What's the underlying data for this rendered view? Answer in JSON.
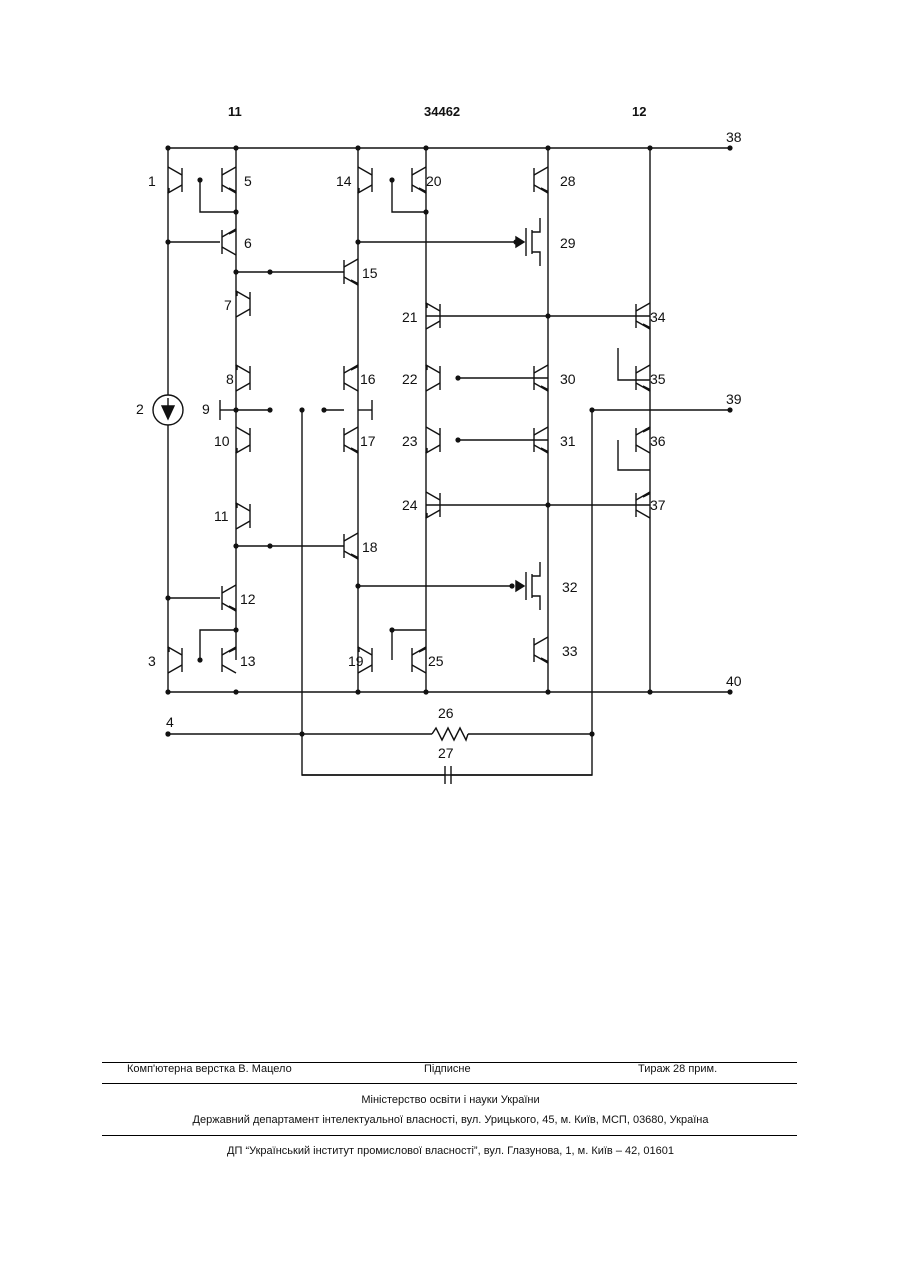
{
  "header": {
    "left_page": "11",
    "patent_number": "34462",
    "right_page": "12"
  },
  "schematic": {
    "labels": [
      "1",
      "2",
      "3",
      "4",
      "5",
      "6",
      "7",
      "8",
      "9",
      "10",
      "11",
      "12",
      "13",
      "14",
      "15",
      "16",
      "17",
      "18",
      "19",
      "20",
      "21",
      "22",
      "23",
      "24",
      "25",
      "26",
      "27",
      "28",
      "29",
      "30",
      "31",
      "32",
      "33",
      "34",
      "35",
      "36",
      "37",
      "38",
      "39",
      "40"
    ]
  },
  "footer": {
    "layout_credit": "Комп'ютерна верстка В. Мацело",
    "signed": "Підписне",
    "circulation": "Тираж 28 прим.",
    "ministry": "Міністерство освіти і науки України",
    "department": "Державний департамент інтелектуальної власності, вул. Урицького, 45, м. Київ, МСП, 03680, Україна",
    "institute": "ДП “Український інститут промислової власності”, вул. Глазунова, 1, м. Київ – 42, 01601"
  }
}
